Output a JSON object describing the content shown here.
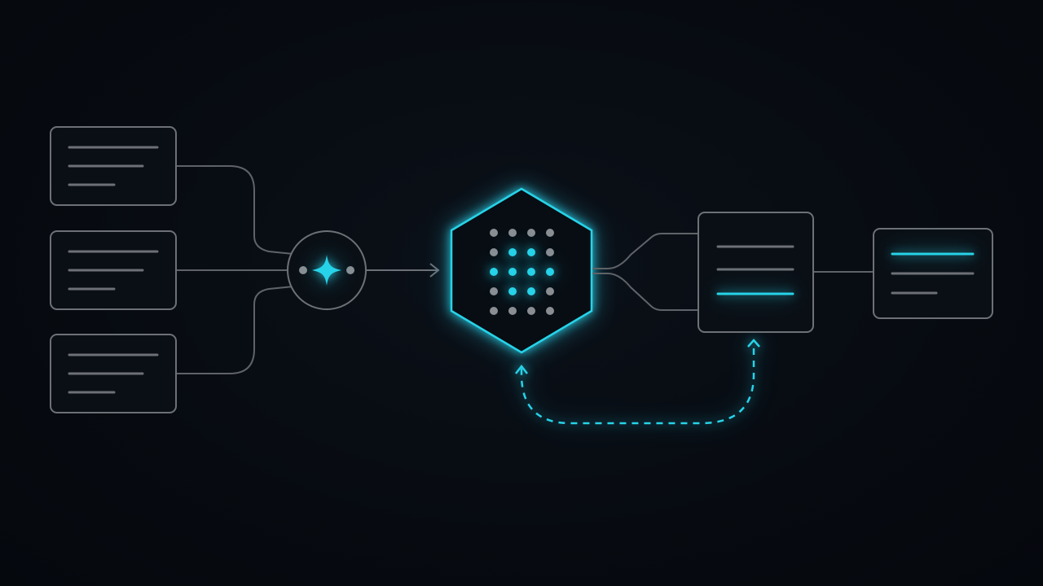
{
  "colors": {
    "background": "#070b11",
    "stroke": "#6d7177",
    "accent": "#27d3e8",
    "dot_gray": "#8a8e93"
  },
  "icons": {
    "merge_node": "sparkle-icon",
    "core_node": "dot-grid-hexagon-icon",
    "feedback": "dashed-curved-arrow"
  },
  "nodes": {
    "inputs": [
      {
        "id": "input-1",
        "lines": 3,
        "highlighted_line": null
      },
      {
        "id": "input-2",
        "lines": 3,
        "highlighted_line": null
      },
      {
        "id": "input-3",
        "lines": 3,
        "highlighted_line": null
      }
    ],
    "merge": {
      "icon": "sparkle-icon"
    },
    "core": {
      "shape": "hexagon",
      "dot_rows": [
        [
          "gray",
          "gray",
          "gray",
          "gray"
        ],
        [
          "gray",
          "accent",
          "accent",
          "gray"
        ],
        [
          "accent",
          "accent",
          "accent",
          "accent"
        ],
        [
          "gray",
          "accent",
          "accent",
          "gray"
        ],
        [
          "gray",
          "gray",
          "gray",
          "gray"
        ]
      ]
    },
    "middle_doc": {
      "lines": 3,
      "highlighted_line": 3
    },
    "output_doc": {
      "lines": 3,
      "highlighted_line": 1
    }
  }
}
